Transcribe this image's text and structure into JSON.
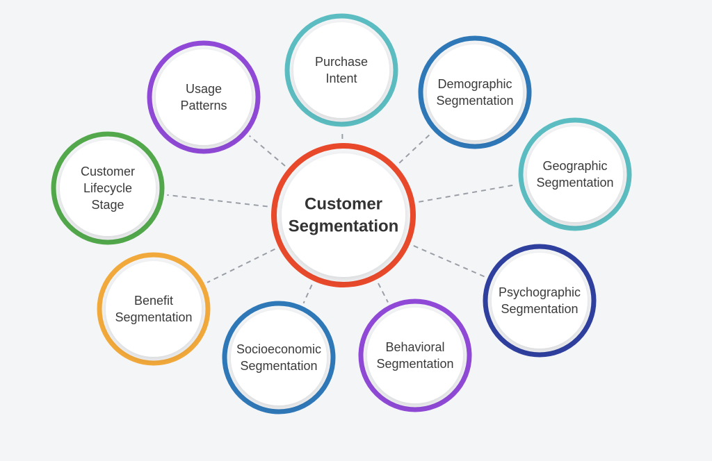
{
  "center": {
    "label_lines": [
      "Customer",
      "Segmentation"
    ],
    "color": "#e8492b"
  },
  "nodes": [
    {
      "id": "purchase-intent",
      "label_lines": [
        "Purchase",
        "Intent"
      ],
      "color": "#5bbdc1"
    },
    {
      "id": "demographic-segmentation",
      "label_lines": [
        "Demographic",
        "Segmentation"
      ],
      "color": "#2f78b8"
    },
    {
      "id": "geographic-segmentation",
      "label_lines": [
        "Geographic",
        "Segmentation"
      ],
      "color": "#5bbdc1"
    },
    {
      "id": "psychographic-segmentation",
      "label_lines": [
        "Psychographic",
        "Segmentation"
      ],
      "color": "#2e3f9e"
    },
    {
      "id": "behavioral-segmentation",
      "label_lines": [
        "Behavioral",
        "Segmentation"
      ],
      "color": "#8f49d6"
    },
    {
      "id": "socioeconomic-segmentation",
      "label_lines": [
        "Socioeconomic",
        "Segmentation"
      ],
      "color": "#2f78b8"
    },
    {
      "id": "benefit-segmentation",
      "label_lines": [
        "Benefit",
        "Segmentation"
      ],
      "color": "#f2a93b"
    },
    {
      "id": "customer-lifecycle-stage",
      "label_lines": [
        "Customer",
        "Lifecycle",
        "Stage"
      ],
      "color": "#52a84b"
    },
    {
      "id": "usage-patterns",
      "label_lines": [
        "Usage",
        "Patterns"
      ],
      "color": "#8f49d6"
    }
  ]
}
